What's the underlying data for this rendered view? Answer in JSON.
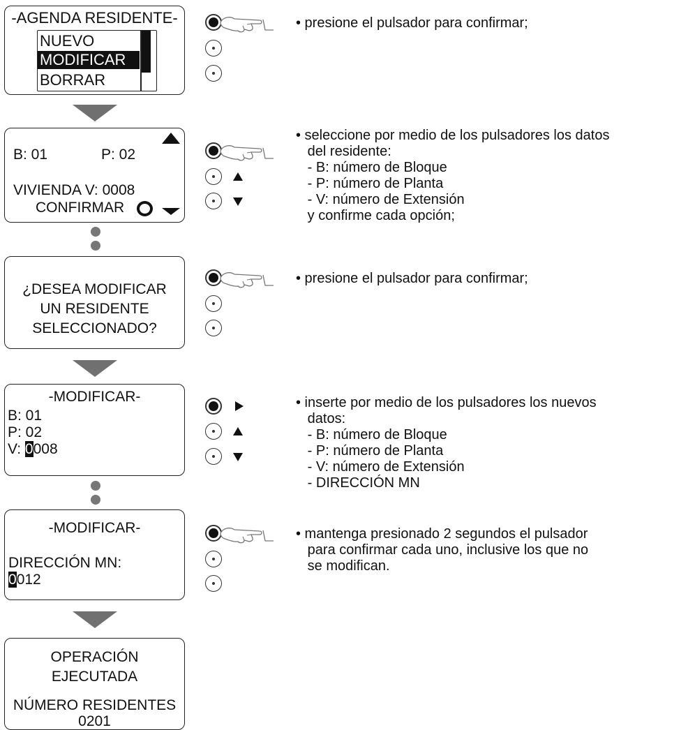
{
  "screens": {
    "s1": {
      "title": "-AGENDA RESIDENTE-",
      "items": [
        "NUEVO",
        "MODIFICAR",
        "BORRAR"
      ]
    },
    "s2": {
      "b": "B: 01",
      "p": "P: 02",
      "vivienda": "VIVIENDA  V: 0008",
      "confirm": "CONFIRMAR"
    },
    "s3": {
      "lines": [
        "¿DESEA MODIFICAR",
        "UN RESIDENTE",
        "SELECCIONADO?"
      ]
    },
    "s4": {
      "title": "-MODIFICAR-",
      "b": "B: 01",
      "p": "P: 02",
      "v_label": "V: ",
      "v_cursor": "0",
      "v_rest": "008"
    },
    "s5": {
      "title": "-MODIFICAR-",
      "label": "DIRECCIÓN MN:",
      "cursor": "0",
      "rest": "012"
    },
    "s6": {
      "lines": [
        "OPERACIÓN",
        "EJECUTADA",
        "NÚMERO RESIDENTES",
        "0201"
      ]
    }
  },
  "descriptions": {
    "d1": "• presione el pulsador para confirmar;",
    "d2": "• seleccione por medio de los pulsadores los datos\n   del residente:\n   - B: número de Bloque\n   - P: número de Planta\n   - V: número de Extensión\n   y confirme cada opción;",
    "d3": "• presione el pulsador para confirmar;",
    "d4": "• inserte por medio de los pulsadores los nuevos\n   datos:\n   - B: número de Bloque\n   - P: número de Planta\n   - V: número de Extensión\n   - DIRECCIÓN MN",
    "d5": "• mantenga presionado 2 segundos el pulsador\n   para confirmar cada uno, inclusive los que no\n   se modifican."
  },
  "icons": {
    "hand": "pointing-hand-icon",
    "button": "push-button-icon",
    "up": "arrow-up-icon",
    "down": "arrow-down-icon",
    "right": "arrow-right-icon",
    "flow": "flow-arrow-down-icon"
  }
}
